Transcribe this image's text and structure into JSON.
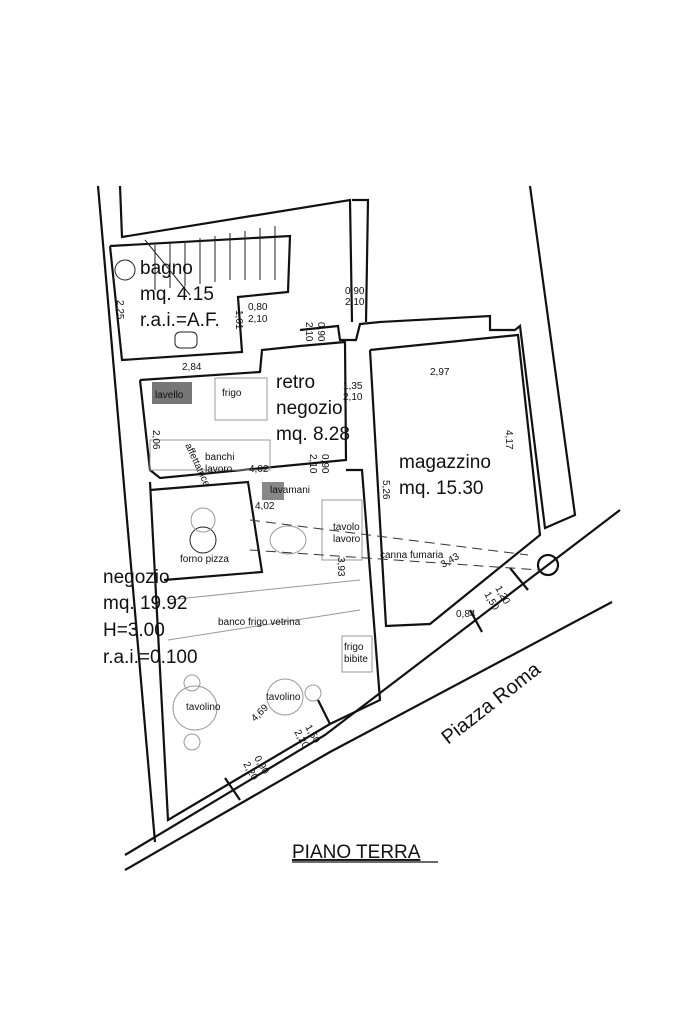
{
  "title": "PIANO TERRA",
  "street": "Piazza Roma",
  "rooms": {
    "bagno": {
      "name": "bagno",
      "area": "mq. 4.15",
      "rai": "r.a.i.=A.F."
    },
    "retro": {
      "name1": "retro",
      "name2": "negozio",
      "area": "mq. 8.28"
    },
    "magazzino": {
      "name": "magazzino",
      "area": "mq. 15.30"
    },
    "negozio": {
      "name": "negozio",
      "area": "mq. 19.92",
      "height": "H=3.00",
      "rai": "r.a.i.=0.100"
    }
  },
  "fixtures": {
    "lavello": "lavello",
    "frigo": "frigo",
    "banchi": "banchi",
    "lavoro": "lavoro",
    "affettatrice": "affettatrice",
    "lavamani": "lavamani",
    "forno": "forno pizza",
    "tavolo1": "tavolo",
    "tavolo2": "lavoro",
    "canna": "canna fumaria",
    "banco": "banco frigo vetrina",
    "frigo_b1": "frigo",
    "frigo_b2": "bibite",
    "tavolino1": "tavolino",
    "tavolino2": "tavolino"
  },
  "dims": {
    "d225": "2,25",
    "d080": "0,80",
    "d210a": "2,10",
    "d101": "1,01",
    "d090a": "0,90",
    "d210b": "2,10",
    "d090b": "0,90",
    "d210c": "2,10",
    "d284": "2,84",
    "d135": "1,35",
    "d210d": "2,10",
    "d206": "2,06",
    "d402a": "4,02",
    "d090c": "0,90",
    "d210e": "2,10",
    "d402b": "4,02",
    "d297": "2,97",
    "d417": "4,17",
    "d526": "5,26",
    "d393": "3,93",
    "d343": "3,43",
    "d120": "1,20",
    "d150a": "1,50",
    "d084": "0,84",
    "d469": "4,69",
    "d150b": "1,50",
    "d220a": "2,20",
    "d090d": "0,90",
    "d220b": "2,20"
  }
}
